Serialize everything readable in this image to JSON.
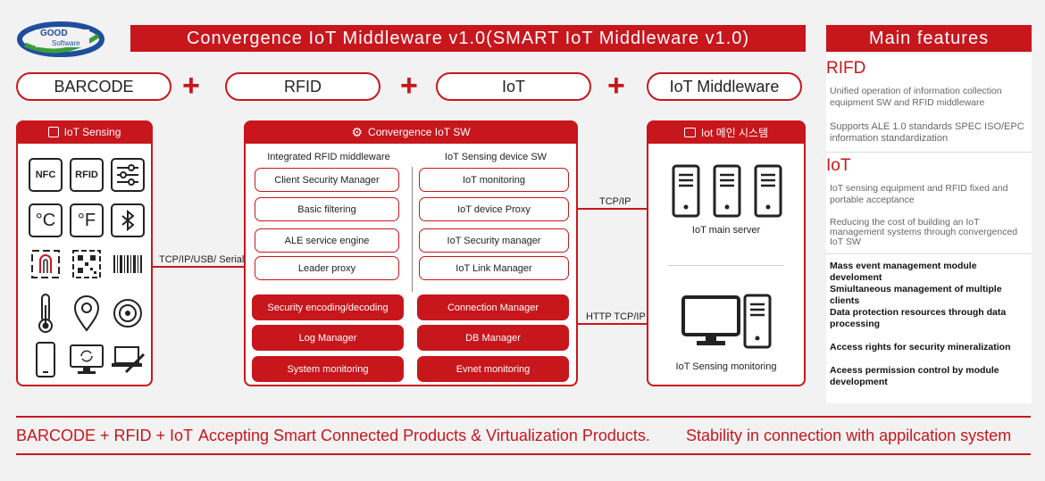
{
  "logo": {
    "text_top": "GOOD",
    "text_bottom": "Software"
  },
  "title": "Convergence IoT Middleware v1.0(SMART IoT Middleware v1.0)",
  "main_features_title": "Main features",
  "pills": [
    "BARCODE",
    "RFID",
    "IoT",
    "IoT Middleware"
  ],
  "plus_sign": "+",
  "sensing": {
    "title": "IoT Sensing",
    "labels": {
      "nfc": "NFC",
      "rfid": "RFID",
      "celsius": "°C",
      "fahrenheit": "°F"
    }
  },
  "conn_left": "TCP/IP/USB/ Serial",
  "center": {
    "title": "Convergence IoT SW",
    "left_head": "Integrated RFID middleware",
    "right_head": "IoT Sensing device SW",
    "left_items": [
      "Client Security Manager",
      "Basic filtering",
      "ALE service engine",
      "Leader proxy"
    ],
    "right_items": [
      "IoT monitoring",
      "IoT device Proxy",
      "IoT Security manager",
      "IoT Link Manager"
    ],
    "left_filled": [
      "Security encoding/decoding",
      "Log Manager",
      "System monitoring"
    ],
    "right_filled": [
      "Connection Manager",
      "DB Manager",
      "Evnet monitoring"
    ]
  },
  "conn_right_top": "TCP/IP",
  "conn_right_bottom": "HTTP TCP/IP",
  "right_panel": {
    "title": "Iot 메인 시스템",
    "server_label": "IoT main server",
    "monitor_label": "IoT Sensing monitoring"
  },
  "features": {
    "rifd_title": "RIFD",
    "rifd_items": [
      "Unified operation of information collection equipment SW and RFID middleware",
      "Supports ALE 1.0 standards SPEC ISO/EPC information standardization"
    ],
    "iot_title": "IoT",
    "iot_items": [
      "IoT sensing equipment and RFID fixed and portable acceptance",
      "Reducing the cost of building an IoT management systems through convergenced IoT SW"
    ],
    "bold_items": [
      "Mass event management module develoment",
      "Smiultaneous management of multiple clients",
      "Data protection resources through data processing",
      "Access rights for security mineralization",
      "Aceess permission control by module development"
    ]
  },
  "bottom": {
    "text1": "BARCODE + RFID + IoT",
    "text2": "Accepting Smart Connected Products & Virtualization Products.",
    "text3": "Stability in connection with appilcation system"
  },
  "colors": {
    "accent": "#c8161d",
    "background": "#f2f2f2",
    "logo_blue": "#1f4e9c",
    "logo_green": "#3a9d3a"
  }
}
